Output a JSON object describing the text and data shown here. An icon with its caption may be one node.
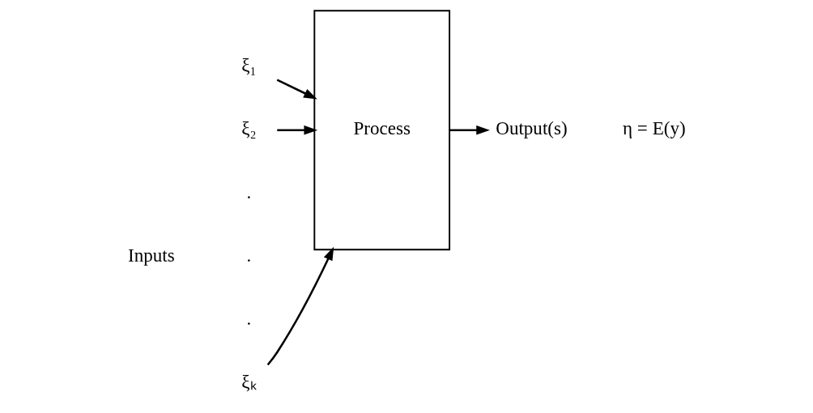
{
  "diagram": {
    "nodes": [
      {
        "text": [
          "ξ₁"
        ]
      },
      {
        "text": [
          "ξ₂"
        ]
      },
      {
        "text": [
          "ξₖ"
        ]
      },
      {
        "text": [
          "Process"
        ]
      },
      {
        "text": [
          "Output(s)"
        ]
      }
    ],
    "edges": [
      {
        "from": 0,
        "to": 3,
        "arrow": "to"
      },
      {
        "from": 1,
        "to": 3,
        "arrow": "to"
      },
      {
        "from": 2,
        "to": 3,
        "arrow": "to"
      },
      {
        "from": 3,
        "to": 4,
        "arrow": "to"
      }
    ],
    "labels": [
      "Inputs",
      ".",
      ".",
      ".",
      "η = E(y)"
    ]
  }
}
